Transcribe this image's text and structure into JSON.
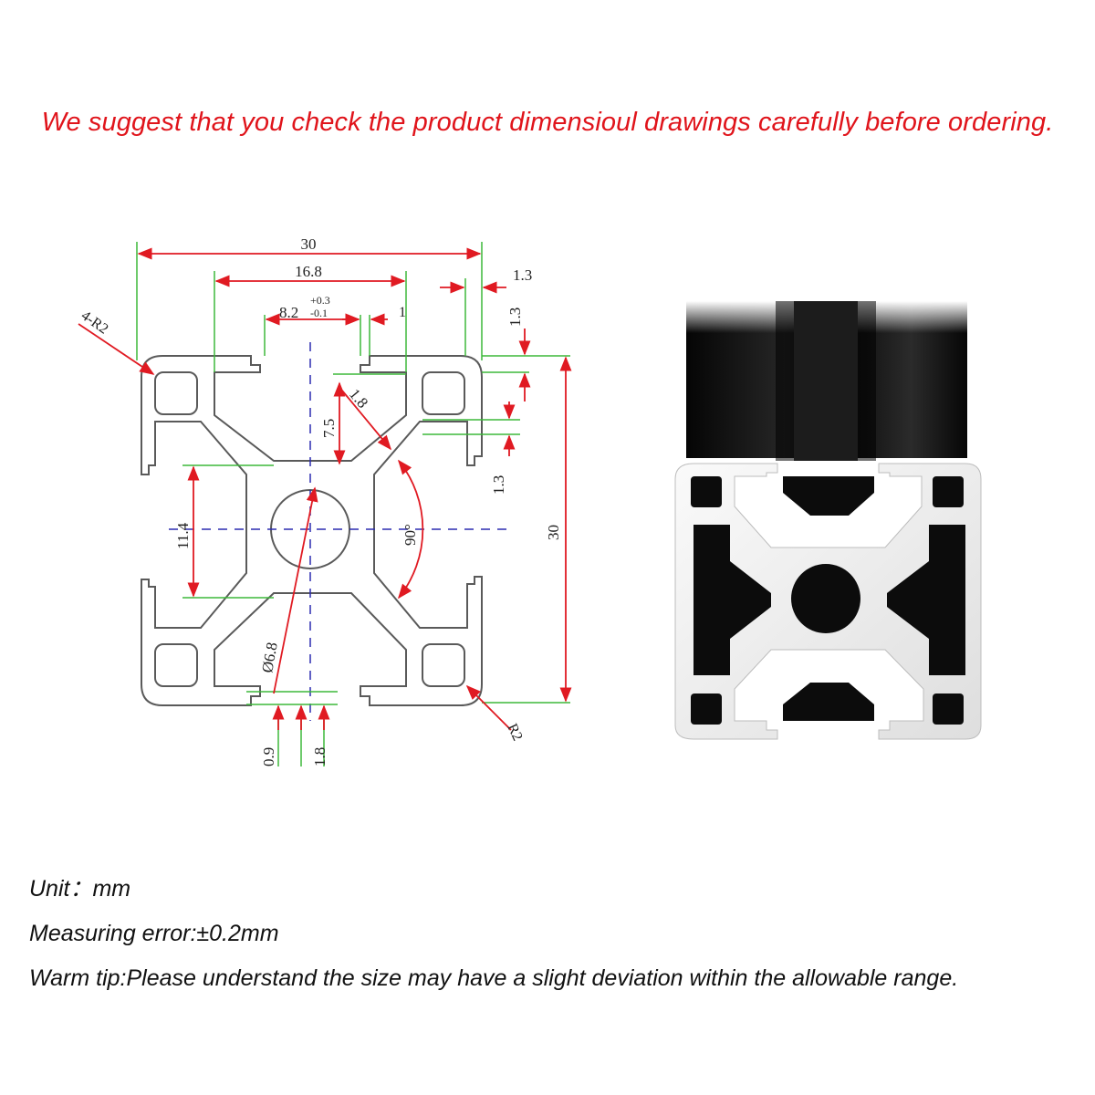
{
  "headline": "We suggest that you check the product dimensioul drawings carefully before ordering.",
  "drawing": {
    "overall_width": "30",
    "slot_outer": "16.8",
    "slot_opening_main": "8.2",
    "slot_tol_plus": "+0.3",
    "slot_tol_minus": "-0.1",
    "lip_1": "1",
    "wall_top": "1.3",
    "wall_right": "1.3",
    "wall_side": "1.3",
    "corner_radius_4": "4-R2",
    "depth": "7.5",
    "rib": "1.8",
    "angle": "90°",
    "inner_width": "11.4",
    "overall_height": "30",
    "bore": "Ø6.8",
    "bottom_lip": "0.9",
    "bottom_rib": "1.8",
    "corner_radius": "R2"
  },
  "colors": {
    "headline": "#e0141b",
    "dimension_arrow": "#e01a22",
    "extension_line": "#3db83a",
    "center_line": "#2b2bb0",
    "profile_outline": "#555555",
    "profile_face": "#f2f2f2",
    "profile_body": "#0c0c0c"
  },
  "notes": {
    "unit": "Unit：mm",
    "error": "Measuring error:±0.2mm",
    "tip": "Warm tip:Please understand the size may have a slight deviation within the allowable range."
  }
}
